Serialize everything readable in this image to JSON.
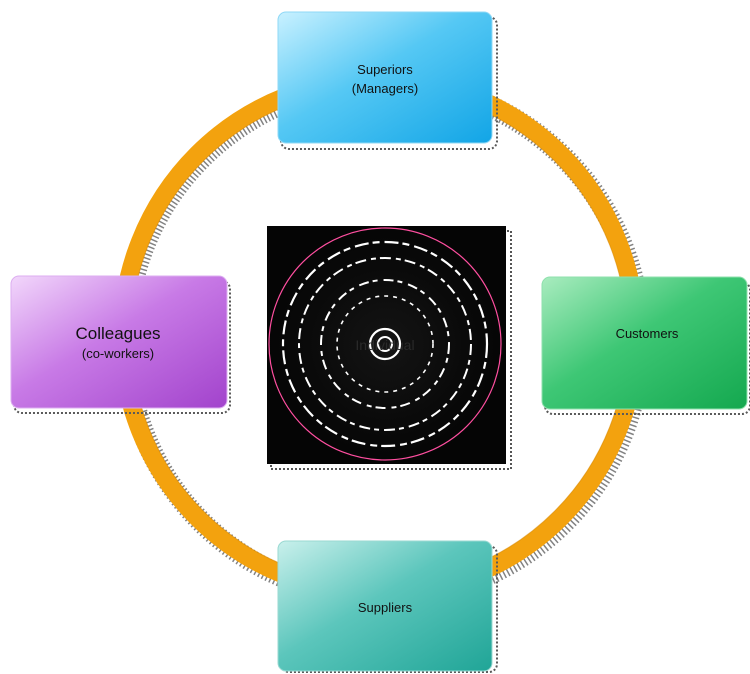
{
  "diagram": {
    "center": {
      "label": "Individual"
    },
    "nodes": [
      {
        "id": "superiors",
        "line1": "Superiors",
        "line2": "(Managers)",
        "color": "#1fb1ec"
      },
      {
        "id": "customers",
        "line1": "Customers",
        "line2": "",
        "color": "#1db257"
      },
      {
        "id": "suppliers",
        "line1": "Suppliers",
        "line2": "",
        "color": "#2ba99e"
      },
      {
        "id": "colleagues",
        "line1": "Colleagues",
        "line2": "(co-workers)",
        "color": "#a948d0"
      }
    ],
    "ring_color": "#f3a20e"
  }
}
